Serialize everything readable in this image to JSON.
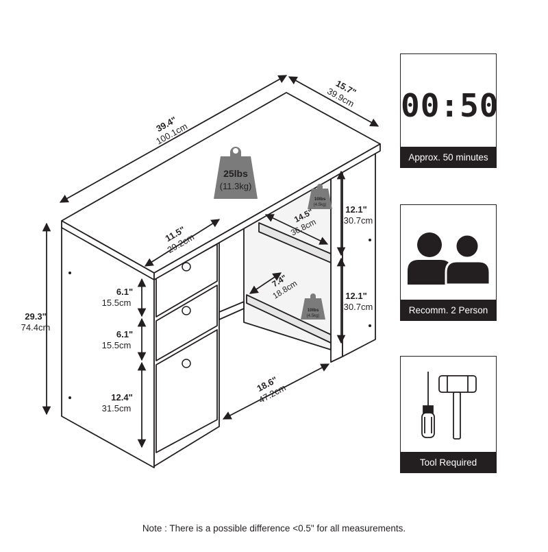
{
  "dimensions": {
    "width": {
      "in": "39.4\"",
      "cm": "100.1cm"
    },
    "depth": {
      "in": "15.7\"",
      "cm": "39.9cm"
    },
    "height": {
      "in": "29.3\"",
      "cm": "74.4cm"
    },
    "drawer_depth": {
      "in": "11.5\"",
      "cm": "29.2cm"
    },
    "drawer1": {
      "in": "6.1\"",
      "cm": "15.5cm"
    },
    "drawer2": {
      "in": "6.1\"",
      "cm": "15.5cm"
    },
    "drawer3": {
      "in": "12.4\"",
      "cm": "31.5cm"
    },
    "knee_width": {
      "in": "18.6\"",
      "cm": "47.2cm"
    },
    "shelf_upper": {
      "in": "12.1\"",
      "cm": "30.7cm"
    },
    "shelf_lower": {
      "in": "12.1\"",
      "cm": "30.7cm"
    },
    "shelf_width": {
      "in": "14.5\"",
      "cm": "36.8cm"
    },
    "shelf_depth": {
      "in": "7.4\"",
      "cm": "18.8cm"
    }
  },
  "weights": {
    "top": {
      "lbs": "25lbs",
      "kg": "(11.3kg)"
    },
    "shelf1": {
      "lbs": "10lbs",
      "kg": "(4.5kg)"
    },
    "shelf2": {
      "lbs": "10lbs",
      "kg": "(4.5kg)"
    }
  },
  "panels": {
    "time": {
      "display": "00:50",
      "caption": "Approx. 50 minutes"
    },
    "people": {
      "caption": "Recomm. 2 Person"
    },
    "tools": {
      "caption": "Tool Required"
    }
  },
  "note": "Note : There is a possible difference <0.5\" for all measurements.",
  "colors": {
    "ink": "#231f20",
    "furniture_fill": "#ffffff",
    "weight_badge": "#7b7b7b",
    "shelf_fill": "#e6e6e6"
  }
}
